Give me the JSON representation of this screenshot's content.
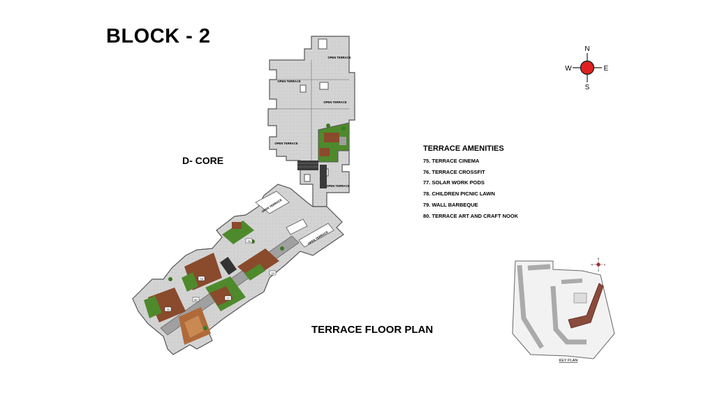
{
  "header": {
    "block_title": "BLOCK - 2"
  },
  "core_label": "D- CORE",
  "plan_title": "TERRACE FLOOR PLAN",
  "amenities": {
    "heading": "TERRACE AMENITIES",
    "items": [
      "75. TERRACE CINEMA",
      "76. TERRACE CROSSFIT",
      "77. SOLAR WORK PODS",
      "78. CHILDREN PICNIC LAWN",
      "79. WALL BARBEQUE",
      "80. TERRACE ART AND CRAFT NOOK"
    ]
  },
  "compass": {
    "n": "N",
    "s": "S",
    "e": "E",
    "w": "W",
    "icon": "compass-rose-icon"
  },
  "plan": {
    "open_terrace_label": "OPEN TERRACE",
    "amenity_markers": [
      "75",
      "76",
      "77",
      "78",
      "79",
      "80"
    ]
  },
  "key_plan": {
    "label": "KEY PLAN",
    "compass": {
      "n": "N",
      "s": "S",
      "e": "E",
      "w": "W"
    }
  },
  "colors": {
    "terrace_fill": "#d4d4d4",
    "outline": "#555555",
    "wood": "#8a4a2c",
    "greenery": "#4e8a2c",
    "compass_red": "#e02020",
    "highlight_block": "#8a4a3c"
  }
}
